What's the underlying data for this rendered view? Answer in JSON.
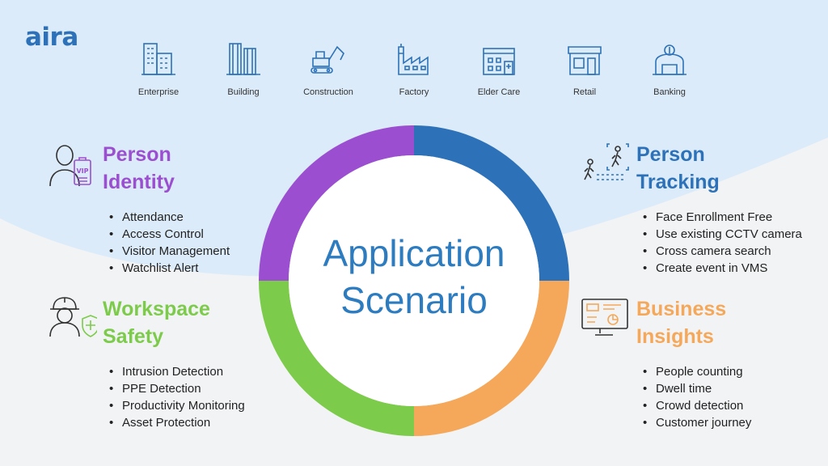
{
  "logo": "aira",
  "industries": [
    {
      "label": "Enterprise",
      "icon": "enterprise-icon"
    },
    {
      "label": "Building",
      "icon": "building-icon"
    },
    {
      "label": "Construction",
      "icon": "construction-icon"
    },
    {
      "label": "Factory",
      "icon": "factory-icon"
    },
    {
      "label": "Elder Care",
      "icon": "elder-care-icon"
    },
    {
      "label": "Retail",
      "icon": "retail-icon"
    },
    {
      "label": "Banking",
      "icon": "banking-icon"
    }
  ],
  "center": {
    "line1": "Application",
    "line2": "Scenario"
  },
  "scenarios": {
    "identity": {
      "title1": "Person",
      "title2": "Identity",
      "color": "#9b4fd0",
      "icon": "vip-badge-person-icon",
      "items": [
        "Attendance",
        "Access Control",
        "Visitor Management",
        "Watchlist Alert"
      ]
    },
    "tracking": {
      "title1": "Person",
      "title2": "Tracking",
      "color": "#2d72b8",
      "icon": "walking-tracking-icon",
      "items": [
        "Face Enrollment Free",
        "Use existing CCTV camera",
        "Cross camera search",
        "Create event in VMS"
      ]
    },
    "safety": {
      "title1": "Workspace",
      "title2": "Safety",
      "color": "#7ccb4a",
      "icon": "hardhat-worker-shield-icon",
      "items": [
        "Intrusion Detection",
        "PPE Detection",
        "Productivity Monitoring",
        "Asset Protection"
      ]
    },
    "insights": {
      "title1": "Business",
      "title2": "Insights",
      "color": "#f5a85a",
      "icon": "dashboard-monitor-icon",
      "items": [
        "People counting",
        "Dwell time",
        "Crowd detection",
        "Customer journey"
      ]
    }
  },
  "ring_colors": {
    "top_left": "#9b4fd0",
    "top_right": "#2d72b8",
    "bottom_right": "#f5a85a",
    "bottom_left": "#7ccb4a"
  }
}
